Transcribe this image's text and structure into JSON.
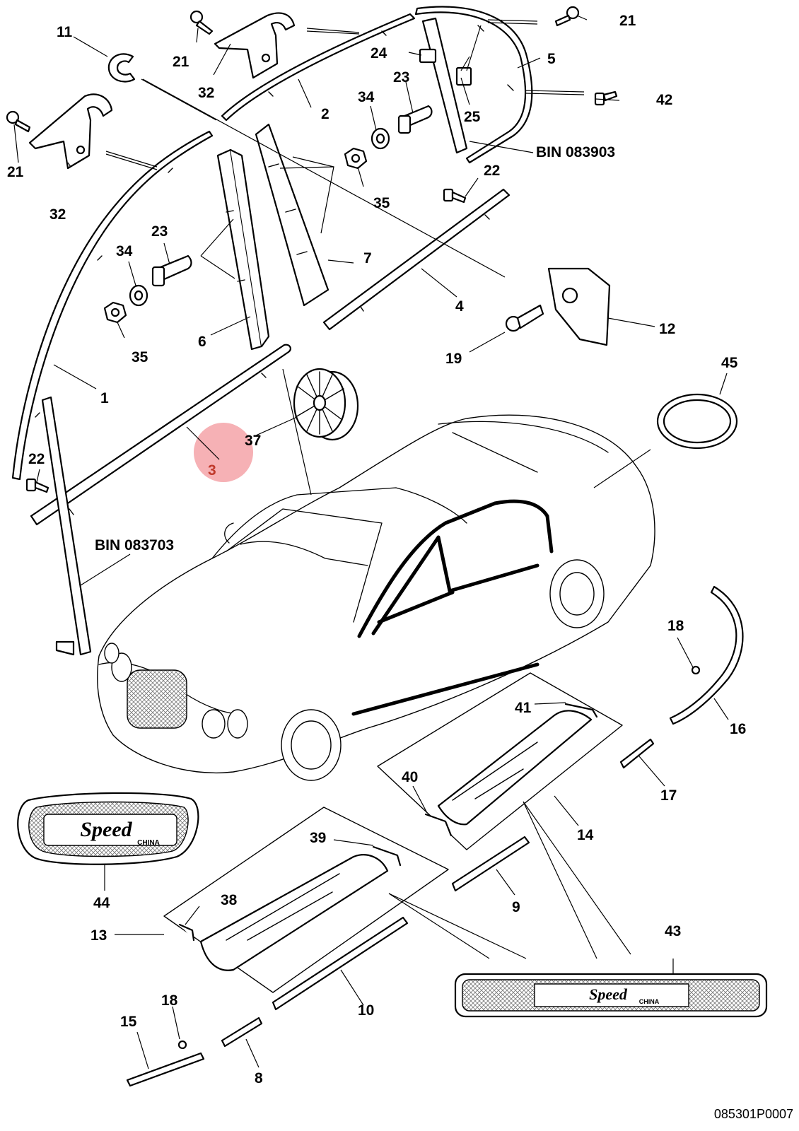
{
  "diagram": {
    "labels": {
      "p1": "1",
      "p2": "2",
      "p3": "3",
      "p4": "4",
      "p5": "5",
      "p6": "6",
      "p7": "7",
      "p8": "8",
      "p9": "9",
      "p10": "10",
      "p11": "11",
      "p12": "12",
      "p13": "13",
      "p14": "14",
      "p15": "15",
      "p16": "16",
      "p17": "17",
      "p18a": "18",
      "p18b": "18",
      "p19": "19",
      "p21a": "21",
      "p21b": "21",
      "p21c": "21",
      "p22a": "22",
      "p22b": "22",
      "p23a": "23",
      "p23b": "23",
      "p24": "24",
      "p25": "25",
      "p32a": "32",
      "p32b": "32",
      "p34a": "34",
      "p34b": "34",
      "p35a": "35",
      "p35b": "35",
      "p37": "37",
      "p38": "38",
      "p39": "39",
      "p40": "40",
      "p41": "41",
      "p42": "42",
      "p43": "43",
      "p44": "44",
      "p45": "45"
    },
    "references": {
      "bin_rear": "BIN 083903",
      "bin_front": "BIN 083703"
    },
    "badges": {
      "badge_word": "Speed",
      "badge_sub": "CHINA",
      "sill_word": "Speed",
      "sill_sub": "CHINA"
    },
    "highlight": {
      "part": "3",
      "color": "#f4a3a8"
    },
    "document_id": "085301P0007"
  }
}
